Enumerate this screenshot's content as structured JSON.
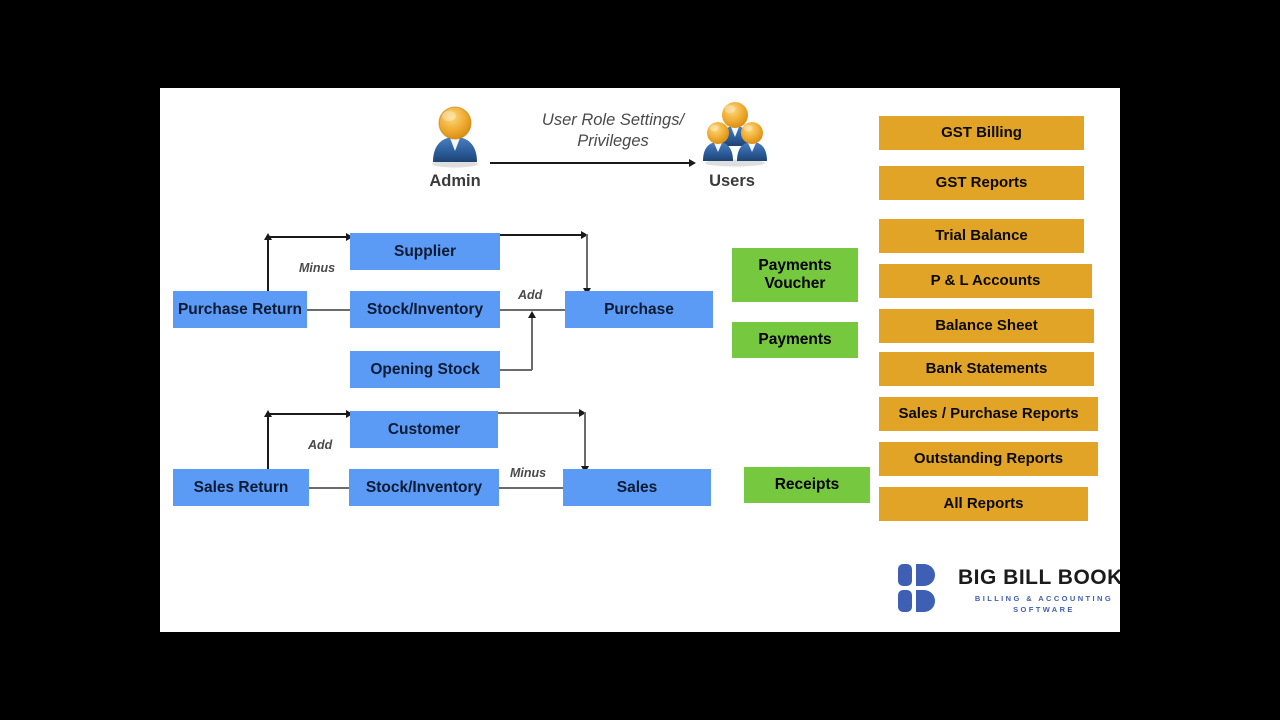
{
  "canvas": {
    "background": "#ffffff",
    "frame_background": "#000000"
  },
  "colors": {
    "blue_box": "#5b9bf5",
    "green_box": "#76c83e",
    "orange_box": "#e2a426",
    "connector": "#6b6b6b",
    "arrow": "#1a1a1a",
    "logo_blue": "#3f5fb5"
  },
  "role_section": {
    "admin_label": "Admin",
    "users_label": "Users",
    "arrow_caption": "User Role Settings/\nPrivileges",
    "admin_icon": "single-user-icon",
    "users_icon": "group-users-icon"
  },
  "purchase_flow": {
    "nodes": [
      {
        "id": "supplier",
        "label": "Supplier"
      },
      {
        "id": "purchase-return",
        "label": "Purchase Return"
      },
      {
        "id": "stock-inventory",
        "label": "Stock/Inventory"
      },
      {
        "id": "purchase",
        "label": "Purchase"
      },
      {
        "id": "opening-stock",
        "label": "Opening Stock"
      }
    ],
    "edge_labels": [
      {
        "id": "minus",
        "label": "Minus"
      },
      {
        "id": "add",
        "label": "Add"
      }
    ]
  },
  "sales_flow": {
    "nodes": [
      {
        "id": "customer",
        "label": "Customer"
      },
      {
        "id": "sales-return",
        "label": "Sales Return"
      },
      {
        "id": "stock-inventory",
        "label": "Stock/Inventory"
      },
      {
        "id": "sales",
        "label": "Sales"
      }
    ],
    "edge_labels": [
      {
        "id": "add",
        "label": "Add"
      },
      {
        "id": "minus",
        "label": "Minus"
      }
    ]
  },
  "vouchers": {
    "items": [
      {
        "id": "payments-voucher",
        "label": "Payments\nVoucher"
      },
      {
        "id": "payments",
        "label": "Payments"
      },
      {
        "id": "receipts",
        "label": "Receipts"
      }
    ]
  },
  "reports": {
    "items": [
      {
        "id": "gst-billing",
        "label": "GST Billing"
      },
      {
        "id": "gst-reports",
        "label": "GST Reports"
      },
      {
        "id": "trial-balance",
        "label": "Trial Balance"
      },
      {
        "id": "p-and-l-accounts",
        "label": "P & L Accounts"
      },
      {
        "id": "balance-sheet",
        "label": "Balance Sheet"
      },
      {
        "id": "bank-statements",
        "label": "Bank Statements"
      },
      {
        "id": "sales-purchase-reports",
        "label": "Sales / Purchase Reports"
      },
      {
        "id": "outstanding-reports",
        "label": "Outstanding Reports"
      },
      {
        "id": "all-reports",
        "label": "All Reports"
      }
    ]
  },
  "logo": {
    "name": "BIG BILL BOOK",
    "tagline_line1": "BILLING & ACCOUNTING",
    "tagline_line2": "SOFTWARE"
  }
}
